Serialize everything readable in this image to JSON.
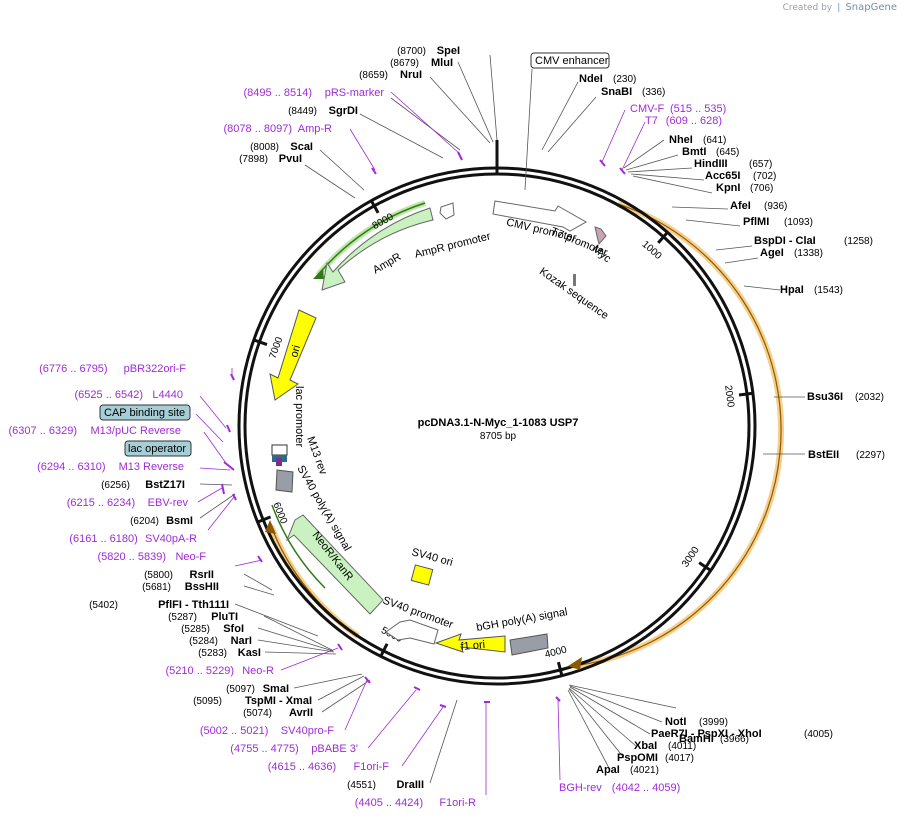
{
  "credit": {
    "prefix": "Created by",
    "brand": "SnapGene"
  },
  "title": "pcDNA3.1-N-Myc_1-1083 USP7",
  "length_label": "8705 bp",
  "total_bp": 8705,
  "colors": {
    "primer": "#a02bd6",
    "orf": "#f2a230",
    "backbone": "#111111"
  },
  "ticks": [
    "1000",
    "2000",
    "3000",
    "4000",
    "5000",
    "6000",
    "7000",
    "8000"
  ],
  "sites": [
    {
      "pos": "(8700)",
      "name": "SpeI"
    },
    {
      "pos": "(8679)",
      "name": "MluI"
    },
    {
      "pos": "(8659)",
      "name": "NruI"
    },
    {
      "pos": "(8449)",
      "name": "SgrDI"
    },
    {
      "pos": "(8008)",
      "name": "ScaI"
    },
    {
      "pos": "(7898)",
      "name": "PvuI"
    },
    {
      "pos": "(230)",
      "name": "NdeI"
    },
    {
      "pos": "(336)",
      "name": "SnaBI"
    },
    {
      "pos": "(641)",
      "name": "NheI"
    },
    {
      "pos": "(645)",
      "name": "BmtI"
    },
    {
      "pos": "(657)",
      "name": "HindIII"
    },
    {
      "pos": "(702)",
      "name": "Acc65I"
    },
    {
      "pos": "(706)",
      "name": "KpnI"
    },
    {
      "pos": "(936)",
      "name": "AfeI"
    },
    {
      "pos": "(1093)",
      "name": "PflMI"
    },
    {
      "pos": "(1258)",
      "name": "BspDI - ClaI"
    },
    {
      "pos": "(1338)",
      "name": "AgeI"
    },
    {
      "pos": "(1543)",
      "name": "HpaI"
    },
    {
      "pos": "(2032)",
      "name": "Bsu36I"
    },
    {
      "pos": "(2297)",
      "name": "BstEII"
    },
    {
      "pos": "(3966)",
      "name": "BamHI"
    },
    {
      "pos": "(3999)",
      "name": "NotI"
    },
    {
      "pos": "(4005)",
      "name": "PaeR7I - PspXI - XhoI"
    },
    {
      "pos": "(4011)",
      "name": "XbaI"
    },
    {
      "pos": "(4017)",
      "name": "PspOMI"
    },
    {
      "pos": "(4021)",
      "name": "ApaI"
    },
    {
      "pos": "(4551)",
      "name": "DraIII"
    },
    {
      "pos": "(5074)",
      "name": "AvrII"
    },
    {
      "pos": "(5095)",
      "name": "TspMI - XmaI"
    },
    {
      "pos": "(5097)",
      "name": "SmaI"
    },
    {
      "pos": "(5283)",
      "name": "KasI"
    },
    {
      "pos": "(5284)",
      "name": "NarI"
    },
    {
      "pos": "(5285)",
      "name": "SfoI"
    },
    {
      "pos": "(5287)",
      "name": "PluTI"
    },
    {
      "pos": "(5402)",
      "name": "PflFI - Tth111I"
    },
    {
      "pos": "(5681)",
      "name": "BssHII"
    },
    {
      "pos": "(5800)",
      "name": "RsrII"
    },
    {
      "pos": "(6204)",
      "name": "BsmI"
    },
    {
      "pos": "(6256)",
      "name": "BstZ17I"
    }
  ],
  "primers": [
    {
      "pos": "(8495 .. 8514)",
      "name": "pRS-marker"
    },
    {
      "pos": "(8078 .. 8097)",
      "name": "Amp-R"
    },
    {
      "pos": "(515 .. 535)",
      "name": "CMV-F"
    },
    {
      "pos": "(609 .. 628)",
      "name": "T7"
    },
    {
      "pos": "(6776 .. 6795)",
      "name": "pBR322ori-F"
    },
    {
      "pos": "(6525 .. 6542)",
      "name": "L4440"
    },
    {
      "pos": "(6307 .. 6329)",
      "name": "M13/pUC Reverse"
    },
    {
      "pos": "(6294 .. 6310)",
      "name": "M13 Reverse"
    },
    {
      "pos": "(6215 .. 6234)",
      "name": "EBV-rev"
    },
    {
      "pos": "(6161 .. 6180)",
      "name": "SV40pA-R"
    },
    {
      "pos": "(5820 .. 5839)",
      "name": "Neo-F"
    },
    {
      "pos": "(5210 .. 5229)",
      "name": "Neo-R"
    },
    {
      "pos": "(5002 .. 5021)",
      "name": "SV40pro-F"
    },
    {
      "pos": "(4755 .. 4775)",
      "name": "pBABE 3'"
    },
    {
      "pos": "(4615 .. 4636)",
      "name": "F1ori-F"
    },
    {
      "pos": "(4405 .. 4424)",
      "name": "F1ori-R"
    },
    {
      "pos": "(4042 .. 4059)",
      "name": "BGH-rev"
    }
  ],
  "boxed": [
    "CMV enhancer",
    "CAP binding site",
    "lac operator"
  ],
  "features": [
    "AmpR promoter",
    "AmpR",
    "CMV promoter",
    "T7 promoter",
    "Myc",
    "Kozak sequence",
    "ori",
    "lac promoter",
    "M13 rev",
    "SV40 poly(A) signal",
    "NeoR/KanR",
    "SV40 ori",
    "SV40 promoter",
    "bGH poly(A) signal",
    "f1 ori"
  ]
}
